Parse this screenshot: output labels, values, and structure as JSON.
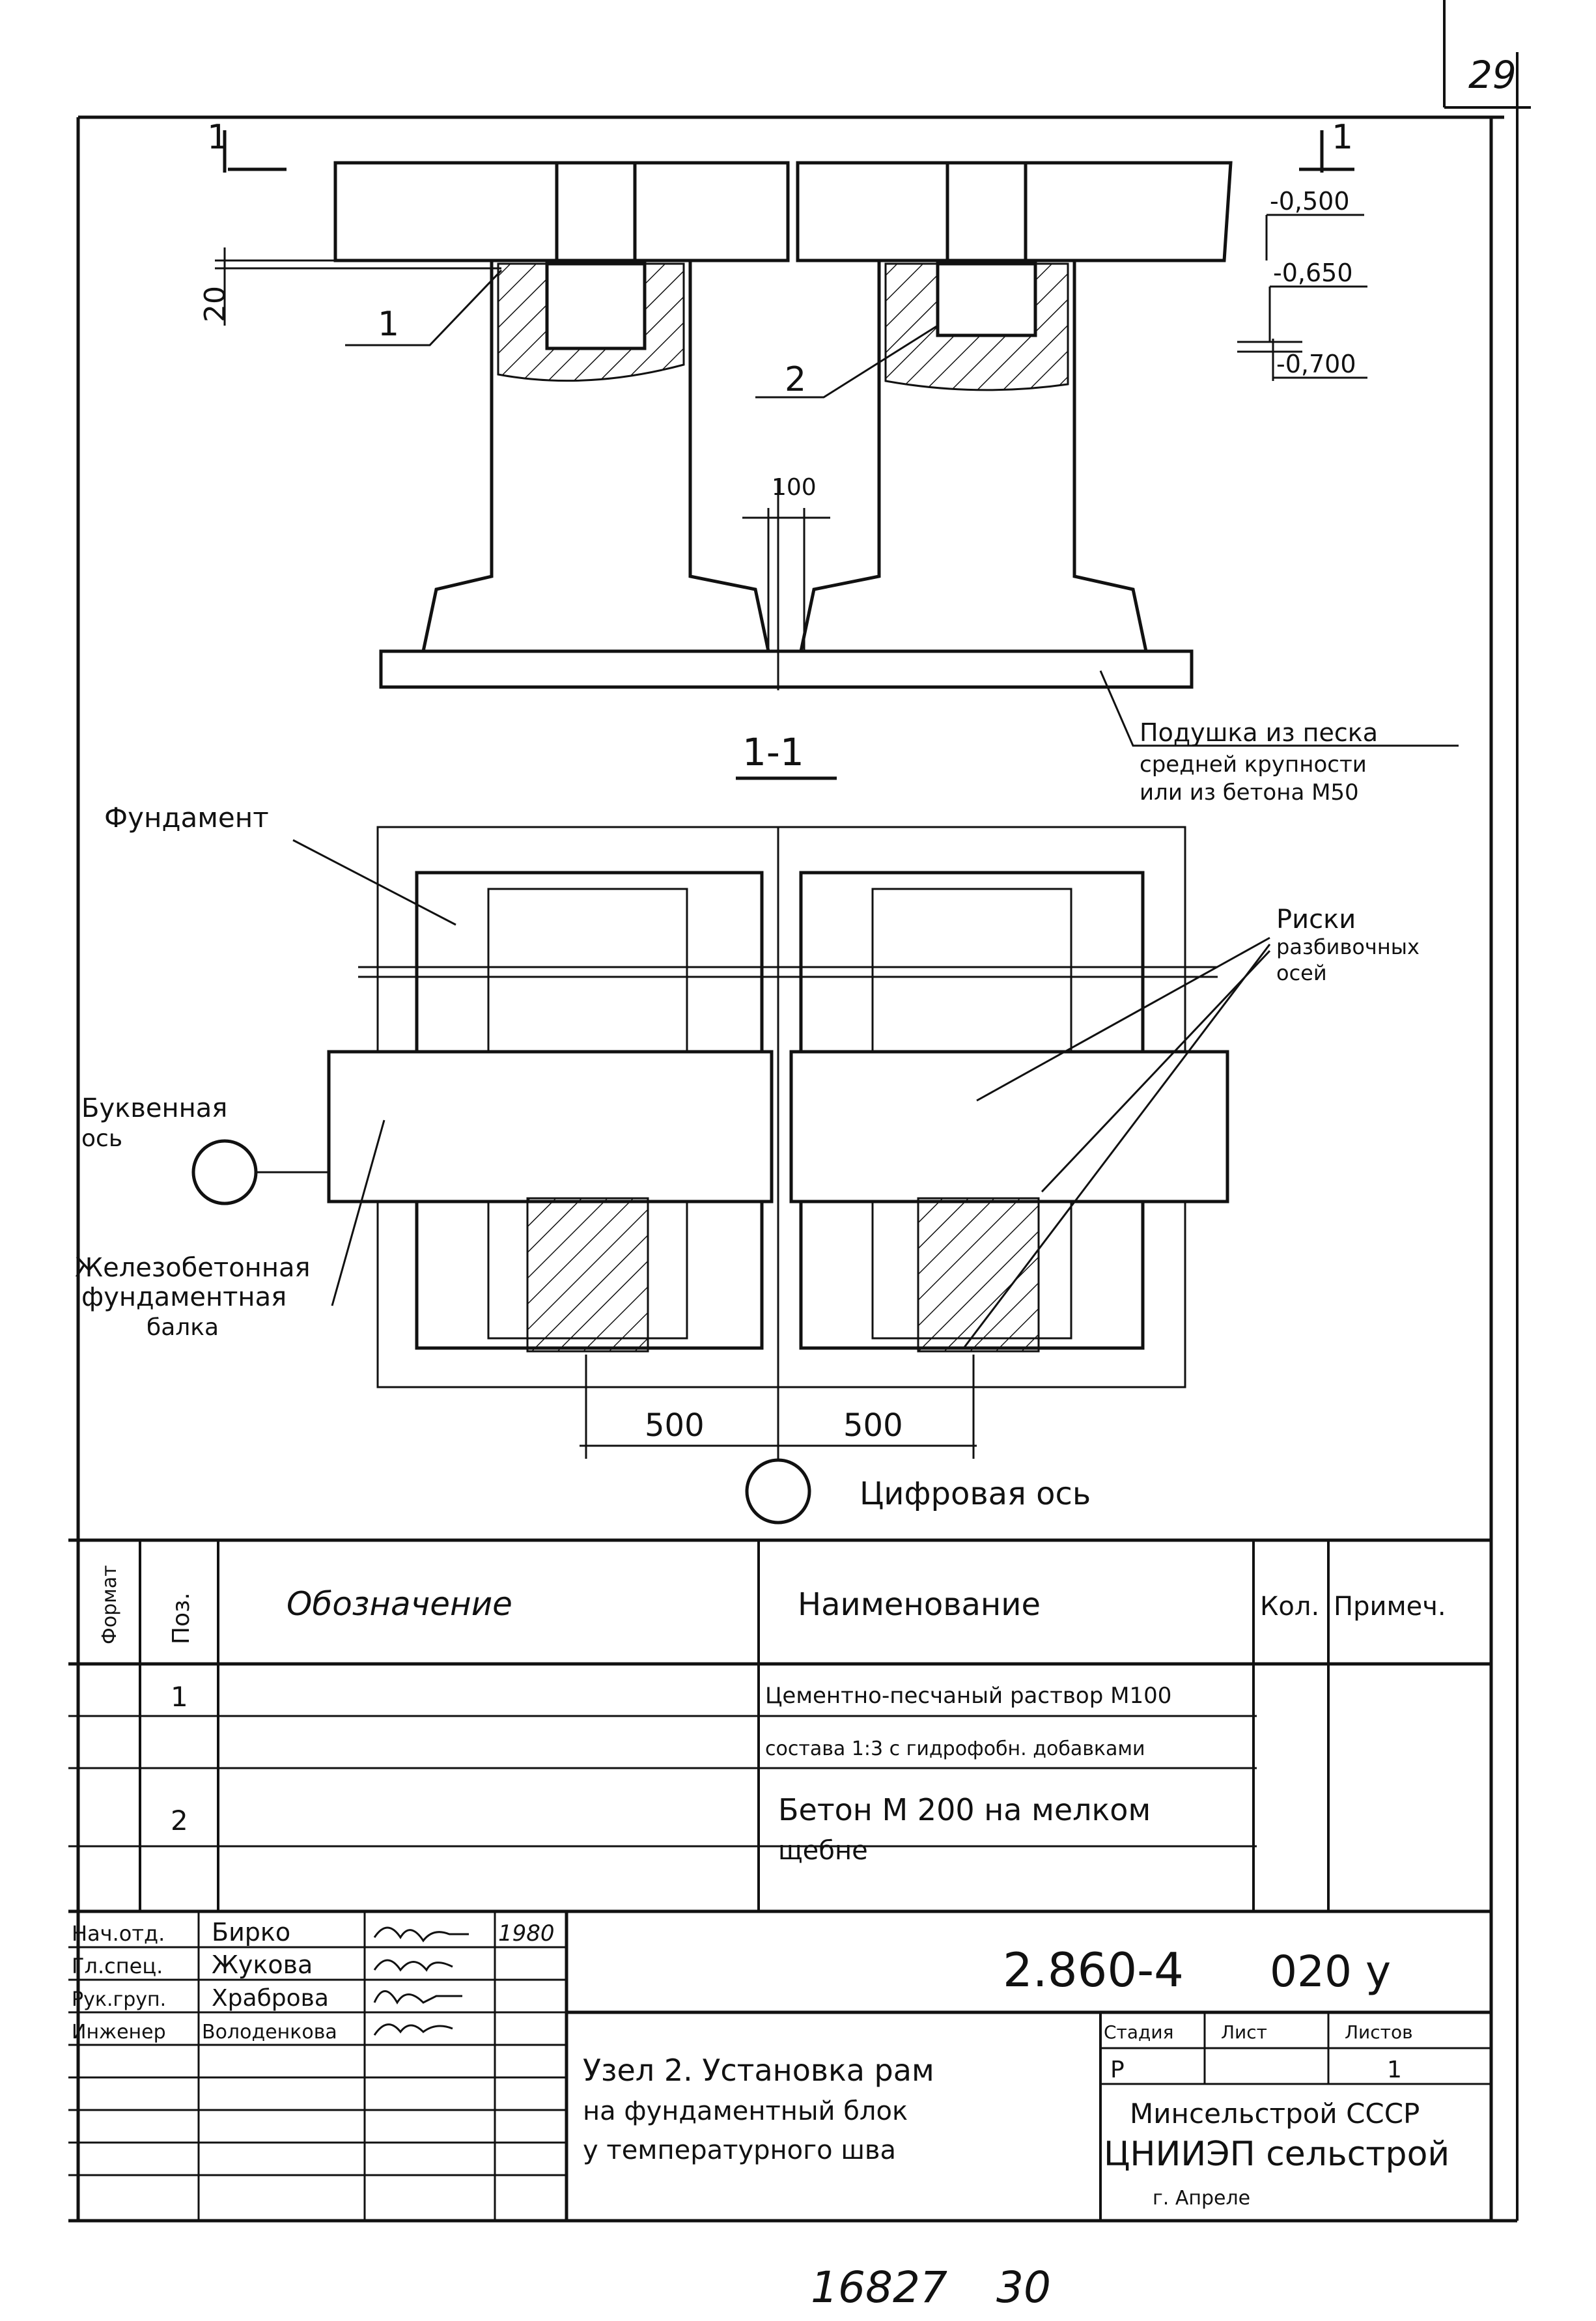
{
  "sheet_number": "29",
  "section_top": {
    "cut_mark": "1",
    "dim_20": "20",
    "pos1": "1",
    "pos2": "2",
    "dim_100": "100",
    "level_1": "-0,500",
    "level_2": "-0,650",
    "level_3": "-0,700",
    "cushion_line1": "Подушка из песка",
    "cushion_line2": "средней крупности",
    "cushion_line3": "или из бетона М50"
  },
  "plan": {
    "section_label": "1-1",
    "foundation": "Фундамент",
    "marks_line1": "Риски",
    "marks_line2": "разбивочных",
    "marks_line3": "осей",
    "letter_axis_line1": "Буквенная",
    "letter_axis_line2": "ось",
    "beam_line1": "Железобетонная",
    "beam_line2": "фундаментная",
    "beam_line3": "балка",
    "dim_left": "500",
    "dim_right": "500",
    "digit_axis": "Цифровая ось"
  },
  "spec_table": {
    "headers": {
      "format": "Формат",
      "pos": "Поз.",
      "designation": "Обозначение",
      "name": "Наименование",
      "qty": "Кол.",
      "note": "Примеч."
    },
    "rows": [
      {
        "pos": "1",
        "name_line1": "Цементно-песчаный раствор М100",
        "name_line2": "состава 1:3 с гидрофобн. добавками"
      },
      {
        "pos": "2",
        "name_line1": "Бетон М 200 на мелком",
        "name_line2": "щебне"
      }
    ]
  },
  "title_block": {
    "roles": [
      {
        "role": "Нач.отд.",
        "name": "Бирко",
        "date": "1980"
      },
      {
        "role": "Гл.спец.",
        "name": "Жукова",
        "date": ""
      },
      {
        "role": "Рук.груп.",
        "name": "Храброва",
        "date": ""
      },
      {
        "role": "Инженер",
        "name": "Володенкова",
        "date": ""
      }
    ],
    "code": "2.860-4",
    "code_suffix": "020 у",
    "title_line1": "Узел 2. Установка рам",
    "title_line2": "на фундаментный блок",
    "title_line3": "у температурного шва",
    "stage_label": "Стадия",
    "sheet_label": "Лист",
    "sheets_label": "Листов",
    "stage_value": "Р",
    "sheets_value": "1",
    "org_line1": "Минсельстрой СССР",
    "org_line2": "ЦНИИЭП сельстрой",
    "org_line3": "г. Апреле"
  },
  "footer": {
    "archive_no": "16827",
    "page_no": "30"
  }
}
